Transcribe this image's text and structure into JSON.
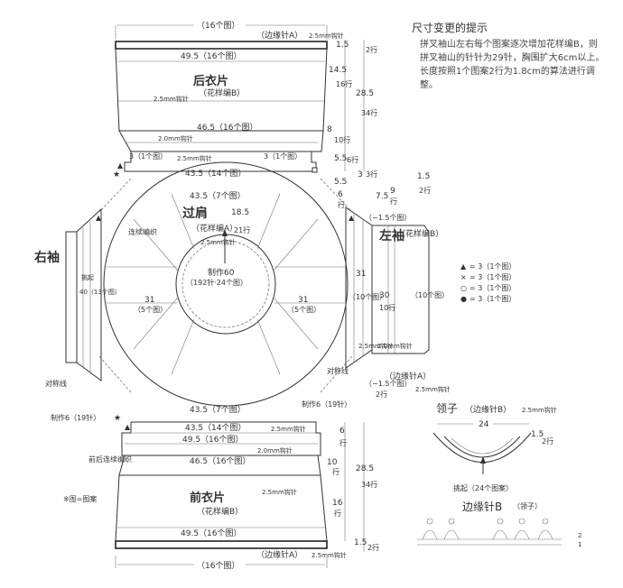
{
  "note": {
    "title": "尺寸变更的提示",
    "body": "拼叉袖山左右每个图案逐次增加花样编B，则拼叉袖山的针针为29针，胸围扩大6cm以上。长度按照1个图案2行为1.8cm的算法进行调整。"
  },
  "back": {
    "title": "后衣片",
    "pattern": "（花样编B）",
    "hook_main": "2.5mm钩针",
    "hook_lower": "2.0mm钩针",
    "hook_bottom": "2.5mm钩针",
    "top_width": "（16个图）",
    "edge_label": "（边缘针A）",
    "edge_hook": "2.5mm钩针",
    "w1": "49.5（16个图）",
    "w2": "46.5（16个图）",
    "w3": "43.5（14个图）",
    "corner_left": "3（1个图）",
    "corner_right": "3（1个图）"
  },
  "back_side": {
    "r1": "1.5",
    "r1b": "2行",
    "r2": "14.5",
    "r2b": "16行",
    "r3": "28.5",
    "r3b": "34行",
    "r4": "8",
    "r4b": "10行",
    "r5": "5.5",
    "r5b": "6行",
    "r6": "3",
    "r6b": "3行",
    "r7": "5.5"
  },
  "yoke": {
    "title": "过肩",
    "pattern": "（花样编A）",
    "hook": "2.5mm钩针",
    "width_top": "43.5（7个图）",
    "width_bottom": "43.5（7个图）",
    "depth": "18.5",
    "depth_rows": "21行",
    "make": "制作60",
    "make_detail": "（192针·24个图）",
    "left_w": "31",
    "left_w2": "（5个图）",
    "right_w": "31",
    "right_w2": "（5个图）",
    "continuous": "连续编织"
  },
  "right_sleeve": {
    "title": "右袖",
    "pickup": "挑起",
    "pickup2": "40（13个图）",
    "symmetry": "对称线"
  },
  "left_sleeve": {
    "title": "左袖",
    "pattern": "（花样编B）",
    "top_a": "6",
    "top_ab": "行",
    "top_b": "7.5",
    "top_c": "9",
    "top_cb": "行",
    "minus_top": "（−1.5个图）",
    "r1": "1.5",
    "r1b": "2行",
    "h1": "31",
    "h1b": "（10个图）",
    "h2": "30",
    "h2b": "10行",
    "h3": "（10个图）",
    "hook_a": "2.5mm钩针",
    "hook_b": "2.0mm钩针",
    "edge": "（边缘针A）",
    "edge_hook": "2.5mm钩针",
    "minus_bottom": "（−1.5个图）",
    "rows_b": "2行",
    "symmetry": "对称线"
  },
  "legend": {
    "items": [
      {
        "sym": "▲",
        "text": "= 3（1个图）"
      },
      {
        "sym": "×",
        "text": "= 3（1个图）"
      },
      {
        "sym": "○",
        "text": "= 3（1个图）"
      },
      {
        "sym": "●",
        "text": "= 3（1个图）"
      }
    ]
  },
  "collar": {
    "title": "领子",
    "edge": "（边缘针B）",
    "hook": "2.5mm钩针",
    "width": "24",
    "side": "1.5",
    "side_rows": "2行",
    "pickup": "挑起（24个图案）"
  },
  "edge_b": {
    "title": "边缘针B",
    "sub": "（领子）",
    "row2": "2",
    "row1": "1"
  },
  "front": {
    "title": "前衣片",
    "pattern": "（花样编B）",
    "hook": "2.5mm钩针",
    "hook_lower": "2.0mm钩针",
    "hook_top": "2.5mm钩针",
    "make_left": "制作6（19针）",
    "make_right": "制作6（19针）",
    "w1": "43.5（14个图）",
    "w2": "49.5（16个图）",
    "w3": "46.5（16个图）",
    "w4": "49.5（16个图）",
    "edge_label": "（边缘针A）",
    "edge_hook": "2.5mm钩针",
    "bottom_width": "（16个图）",
    "join": "前后连续编织",
    "note": "※图=图案",
    "r1": "6",
    "r1b": "行",
    "r2": "10",
    "r2b": "行",
    "r3": "28.5",
    "r3b": "34行",
    "r4": "16",
    "r4b": "行",
    "r5": "1.5",
    "r5b": "2行"
  }
}
